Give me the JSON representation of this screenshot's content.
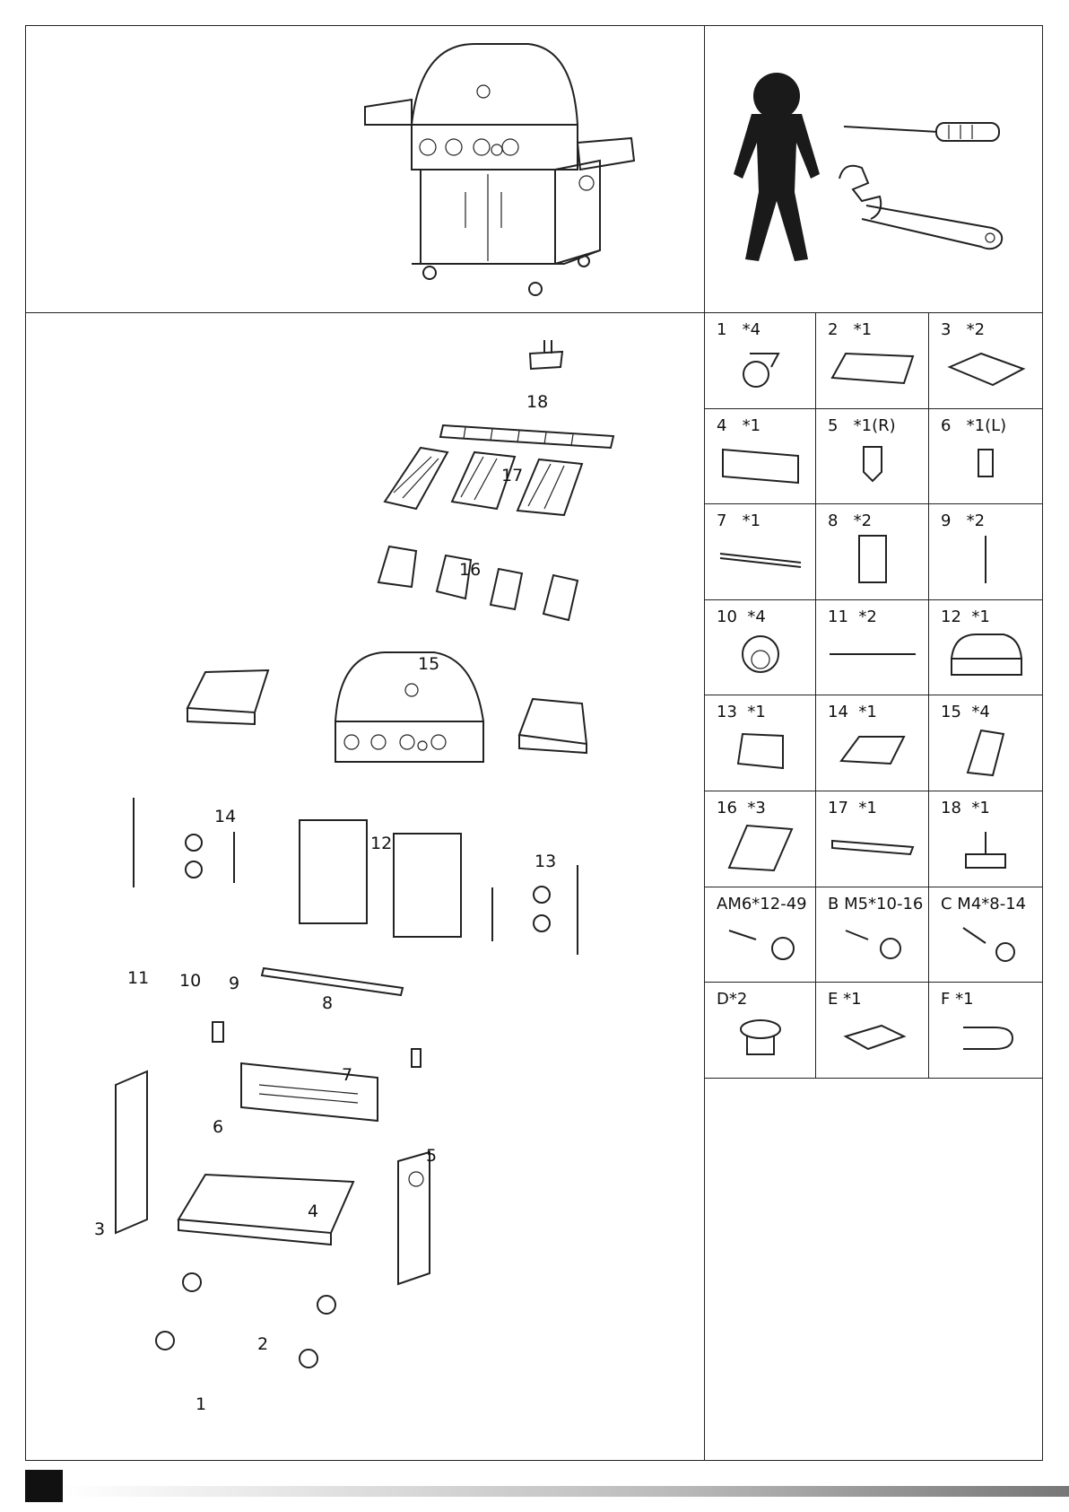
{
  "parts": [
    {
      "label": "1   *4",
      "icon": "caster-wheel-icon"
    },
    {
      "label": "2   *1",
      "icon": "bottom-panel-icon"
    },
    {
      "label": "3   *2",
      "icon": "side-tray-icon"
    },
    {
      "label": "4   *1",
      "icon": "back-panel-icon"
    },
    {
      "label": "5   *1(R)",
      "icon": "bracket-right-icon"
    },
    {
      "label": "6   *1(L)",
      "icon": "bracket-left-icon"
    },
    {
      "label": "7   *1",
      "icon": "crossbar-icon"
    },
    {
      "label": "8   *2",
      "icon": "door-icon"
    },
    {
      "label": "9   *2",
      "icon": "handle-icon"
    },
    {
      "label": "10  *4",
      "icon": "knob-icon"
    },
    {
      "label": "11  *2",
      "icon": "rod-icon"
    },
    {
      "label": "12  *1",
      "icon": "grill-head-icon"
    },
    {
      "label": "13  *1",
      "icon": "side-burner-icon"
    },
    {
      "label": "14  *1",
      "icon": "side-shelf-icon"
    },
    {
      "label": "15  *4",
      "icon": "flame-tamer-icon"
    },
    {
      "label": "16  *3",
      "icon": "cooking-grate-icon"
    },
    {
      "label": "17  *1",
      "icon": "warming-rack-icon"
    },
    {
      "label": "18  *1",
      "icon": "tank-hook-icon"
    },
    {
      "label": "AM6*12-49",
      "icon": "bolt-a-icon"
    },
    {
      "label": "B M5*10-16",
      "icon": "bolt-b-icon"
    },
    {
      "label": "C M4*8-14",
      "icon": "bolt-c-icon"
    },
    {
      "label": "D*2",
      "icon": "cap-icon"
    },
    {
      "label": "E *1",
      "icon": "magnet-icon"
    },
    {
      "label": "F *1",
      "icon": "clip-icon"
    }
  ],
  "callouts": {
    "c1": "1",
    "c2": "2",
    "c3": "3",
    "c4": "4",
    "c5": "5",
    "c6": "6",
    "c7": "7",
    "c8": "8",
    "c9": "9",
    "c10": "10",
    "c11": "11",
    "c12": "12",
    "c13": "13",
    "c14": "14",
    "c15": "15",
    "c16": "16",
    "c17": "17",
    "c18": "18"
  }
}
